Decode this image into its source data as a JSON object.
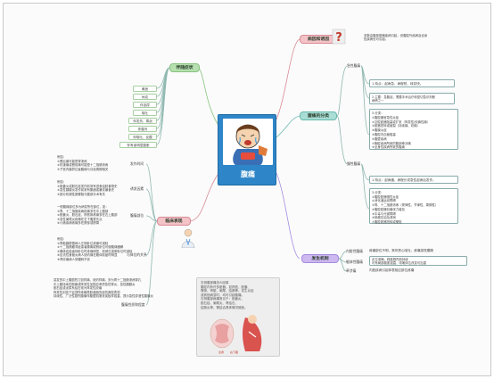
{
  "center_title": "腹痛",
  "top_right": {
    "label": "病因和诱因",
    "text": [
      "多数由腹部脏器疾病引起，但腹腔外疾病及全身",
      "性疾病也可引起。"
    ]
  },
  "symptoms": {
    "label": "伴随症状",
    "items": [
      "黄疸",
      "休克",
      "伴血尿",
      "呕吐",
      "伴发热、寒战",
      "伴腹泻",
      "伴呕吐、反酸",
      "伴有者明显腹胀"
    ]
  },
  "classification": {
    "label": "腹痛的分类",
    "acute": {
      "label": "急性腹痛",
      "p1": "1.特点：起病急、病程短、转变快。",
      "p2": [
        "2.主要：急腹症，需要手术治疗和密切急诊判断",
        "病情之一"
      ],
      "p3": [
        "3.分类：",
        "①腹腔器官急性炎症",
        "②空腔脏器阻塞或扩张（阵发性/绞痛性痛）",
        "③脏器扭转或破裂（持续痛、绞痛）",
        "④腹膜炎症",
        "⑤腹腔内血管阻塞",
        "⑥腹壁疾病",
        "⑦胸腔疾病所致的腹部牵涉痛",
        "⑧全身性疾病所致的腹痛"
      ]
    },
    "chronic": {
      "label": "慢性腹痛",
      "p1": "1.特点：起病缓、病程长或急性起病后发作。",
      "p3": [
        "3.分类：",
        "①腹腔脏器慢性炎症",
        "②消化道运动障碍",
        "③胃、十二指肠溃疡（规律性、节律性、周期性）",
        "④腹腔脏器包膜张力增加",
        "⑤中毒与代谢障碍",
        "⑥肿瘤压迫及浸润",
        "⑦腹腔脏器扭转或梗阻"
      ]
    }
  },
  "mechanism": {
    "label": "发生机制",
    "items": [
      {
        "name": "内脏性腹痛",
        "desc": [
          "疼痛部位不明，常伴恶心呕吐，疼痛感觉模糊"
        ]
      },
      {
        "name": "躯体性腹痛",
        "desc": [
          "定位准确，程度剧烈而持续",
          "可有局部腹肌强直，咳嗽体位改变可加重"
        ]
      },
      {
        "name": "牵涉痛",
        "desc": [
          "内脏疾病引起体表相应部位疼痛"
        ]
      }
    ]
  },
  "clinical": {
    "label": "临床表现",
    "items": [
      {
        "name": "发作时间",
        "text": [
          "例如：",
          "①餐后痛可能是胃溃疡",
          "②饥饿痛或餐前痛可能是十二指肠溃疡",
          "③子宫内膜异位者腹痛与月经周期相关"
        ]
      },
      {
        "name": "诱发因素",
        "text": [
          "例如：",
          "①胆囊炎或胆石症发作前常有进食油腻食物史",
          "②急性胰腺炎发作前常有酗酒或暴饮暴食史",
          "③部分机械性肠梗阻与腹部手术有关"
        ]
      },
      {
        "name": "腹痛部位",
        "text": [
          "一般腹痛部位多为病变所在部位，如：",
          "①胃、十二指肠疾病疼痛多在中上腹部",
          "②胆囊炎、胆石症、肝脓肿疼痛多在右上腹部",
          "③急性阑尾炎疼痛在右下腹麦氏点",
          "④小肠疾病疼痛多在脐部或脐周"
        ]
      },
      {
        "name": "与体位的关系",
        "text": [
          "例如：",
          "①胃黏膜脱垂病人左侧卧位疼痛可减轻",
          "②十二指肠壅滞症患者膝胸或俯卧位可使腹痛缓解",
          "③胰体癌患者仰卧位时疼痛明显，前倾位或俯卧位时减轻",
          "④反流性食管炎病人烧灼痛在躯体前屈时明显",
          "⑤肾绞痛病人常辗转不安"
        ]
      },
      {
        "name": "腹痛性质和程度",
        "text": [
          "突发的中上腹剧烈刀割样痛、烧灼样痛，多为胃十二指肠溃疡穿孔",
          "中上腹持续性剧痛或阵发性加剧应考虑急性胃炎、急性胰腺炎",
          "胆石症或泌尿系结石常为阵发性绞痛",
          "阵发性剑突下钻顶样疼痛是胆道蛔虫症的典型表现",
          "持续性、广泛性剧烈腹痛伴腹壁肌紧张或板样强直，提示急性弥漫性腹膜炎"
        ]
      }
    ]
  },
  "note": {
    "text": [
      "右侧腹部痛怎么回事",
      "腹腔内有许多脏器，如肝脏、胆囊、",
      "胃肠、肾脏、阑尾、结肠等。发生炎症",
      "或其他病变时，均可引起腹痛。",
      "右侧腹部疼痛常见于：胆囊炎、",
      "胆石症、阑尾炎、肾结石、",
      "结肠炎等，需结合具体情况就医。"
    ],
    "caption": [
      "患者",
      "右下腹"
    ]
  },
  "colors": {
    "green": "#b7e0b0",
    "pink": "#f3c3c8",
    "teal": "#a9ddd5",
    "lavender": "#cdb8f0",
    "center_blue": "#2e86c8",
    "line": "#8fb8b0"
  }
}
